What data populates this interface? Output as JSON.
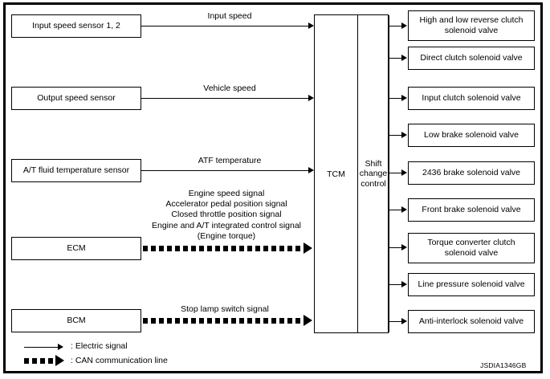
{
  "diagram": {
    "reference_code": "JSDIA1346GB",
    "inputs": [
      {
        "label": "Input speed sensor 1, 2",
        "signal": "Input speed",
        "line_type": "electric"
      },
      {
        "label": "Output speed sensor",
        "signal": "Vehicle speed",
        "line_type": "electric"
      },
      {
        "label": "A/T fluid temperature sensor",
        "signal": "ATF temperature",
        "line_type": "electric"
      },
      {
        "label": "ECM",
        "signal": "Engine speed signal\nAccelerator pedal position signal\nClosed throttle position signal\nEngine and A/T integrated control signal\n(Engine torque)",
        "line_type": "can"
      },
      {
        "label": "BCM",
        "signal": "Stop lamp switch signal",
        "line_type": "can"
      }
    ],
    "controller": {
      "label": "TCM",
      "function_label": "Shift\nchange\ncontrol"
    },
    "outputs": [
      {
        "label": "High and low reverse clutch\nsolenoid valve"
      },
      {
        "label": "Direct clutch solenoid valve"
      },
      {
        "label": "Input clutch solenoid valve"
      },
      {
        "label": "Low brake solenoid valve"
      },
      {
        "label": "2436 brake solenoid valve"
      },
      {
        "label": "Front brake solenoid valve"
      },
      {
        "label": "Torque converter clutch\nsolenoid valve"
      },
      {
        "label": "Line pressure solenoid valve"
      },
      {
        "label": "Anti-interlock solenoid valve"
      }
    ],
    "legend": [
      {
        "symbol": "solid-arrow",
        "label": ": Electric signal"
      },
      {
        "symbol": "dashed-thick-arrow",
        "label": ": CAN communication line"
      }
    ]
  }
}
